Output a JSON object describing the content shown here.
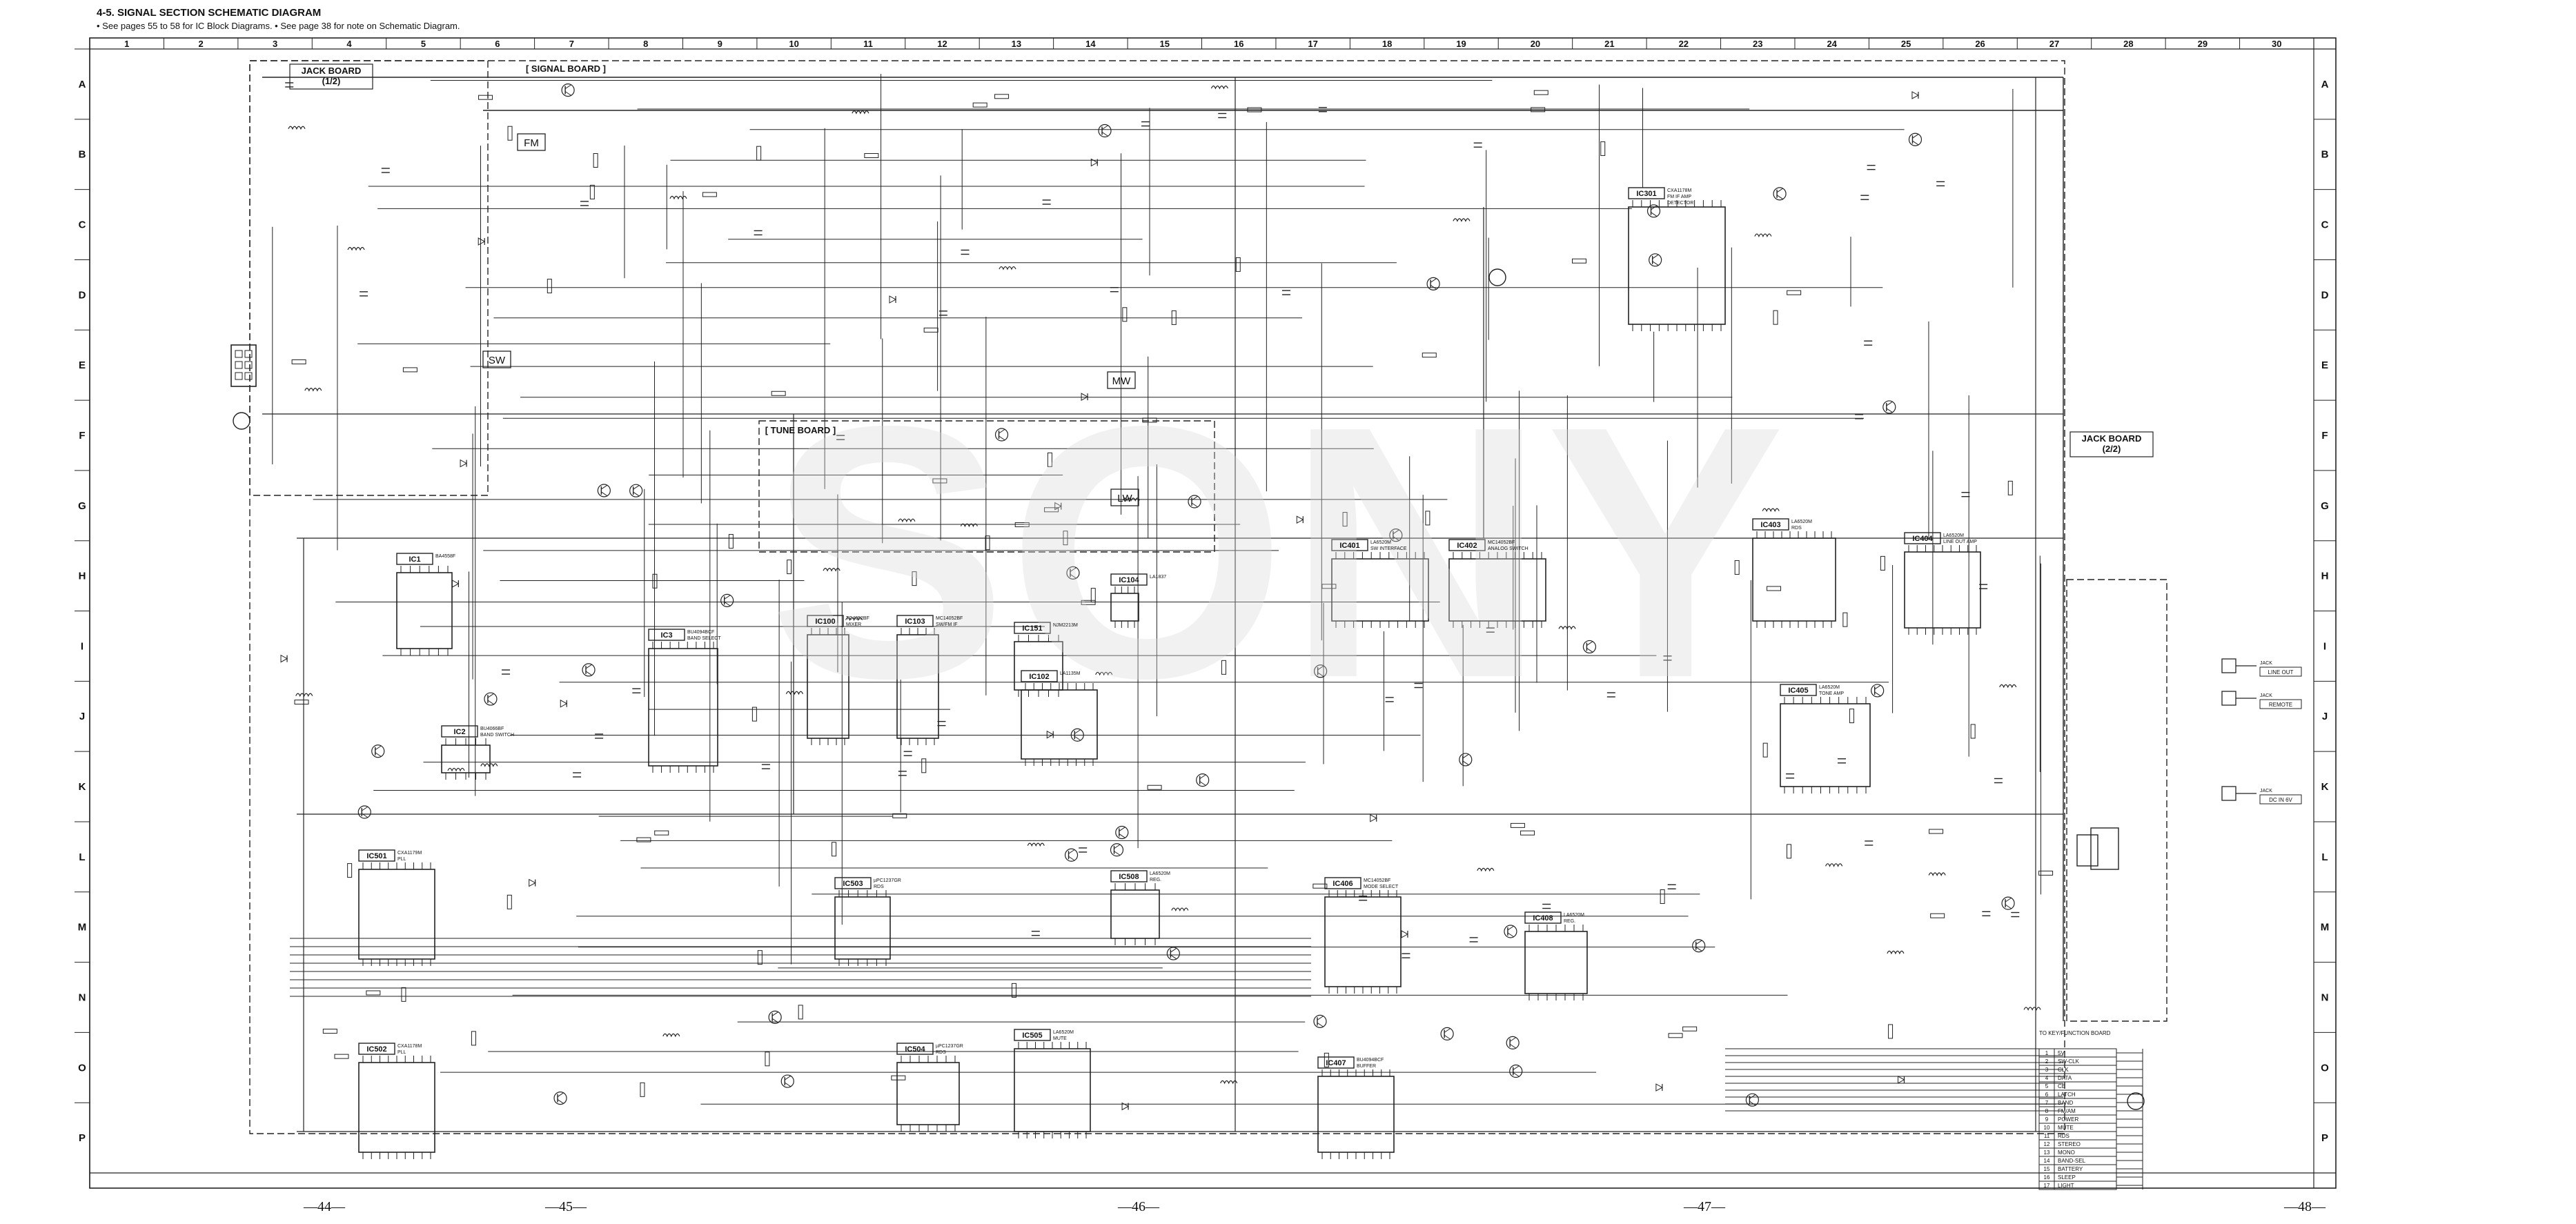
{
  "header": {
    "title": "4-5. SIGNAL SECTION SCHEMATIC DIAGRAM",
    "note": "• See pages 55 to 58 for IC Block Diagrams.   • See page 38 for note on Schematic Diagram."
  },
  "grid": {
    "columns": [
      "1",
      "2",
      "3",
      "4",
      "5",
      "6",
      "7",
      "8",
      "9",
      "10",
      "11",
      "12",
      "13",
      "14",
      "15",
      "16",
      "17",
      "18",
      "19",
      "20",
      "21",
      "22",
      "23",
      "24",
      "25",
      "26",
      "27",
      "28",
      "29",
      "30"
    ],
    "rows": [
      "A",
      "B",
      "C",
      "D",
      "E",
      "F",
      "G",
      "H",
      "I",
      "J",
      "K",
      "L",
      "M",
      "N",
      "O",
      "P"
    ]
  },
  "page_numbers": [
    "—44—",
    "—45—",
    "—46—",
    "—47—",
    "—48—"
  ],
  "boards": {
    "jack1": "JACK BOARD\n(1/2)",
    "signal": "SIGNAL BOARD",
    "tune": "TUNE BOARD",
    "jack2": "JACK BOARD\n(2/2)"
  },
  "band_labels": [
    "FM",
    "SW",
    "MW",
    "LW"
  ],
  "ics": [
    {
      "id": "IC1",
      "desc": "BA4558F"
    },
    {
      "id": "IC2",
      "desc": "BU4066BF\nBAND SWITCH"
    },
    {
      "id": "IC3",
      "desc": "BU4094BCF\nBAND SELECT"
    },
    {
      "id": "IC100",
      "desc": "TC4052BF\nMIXER"
    },
    {
      "id": "IC103",
      "desc": "MC14052BF\nSW/FM IF"
    },
    {
      "id": "IC151",
      "desc": "NJM2213M"
    },
    {
      "id": "IC104",
      "desc": "LA1837"
    },
    {
      "id": "IC102",
      "desc": "LA1135M"
    },
    {
      "id": "IC301",
      "desc": "CXA1178M\nFM IF AMP\nDETECTOR"
    },
    {
      "id": "IC401",
      "desc": "LA6520M\nSW INTERFACE"
    },
    {
      "id": "IC402",
      "desc": "MC14052BF\nANALOG SWITCH"
    },
    {
      "id": "IC403",
      "desc": "LA6520M\nRDS"
    },
    {
      "id": "IC404",
      "desc": "LA6520M\nLINE OUT AMP"
    },
    {
      "id": "IC405",
      "desc": "LA6520M\nTONE AMP"
    },
    {
      "id": "IC406",
      "desc": "MC14052BF\nMODE SELECT"
    },
    {
      "id": "IC407",
      "desc": "BU4094BCF\nBUFFER"
    },
    {
      "id": "IC501",
      "desc": "CXA1179M\nPLL"
    },
    {
      "id": "IC502",
      "desc": "CXA1178M\nPLL"
    },
    {
      "id": "IC503",
      "desc": "µPC1237GR\nRDS"
    },
    {
      "id": "IC504",
      "desc": "µPC1237GR\nRDS"
    },
    {
      "id": "IC505",
      "desc": "LA6520M\nMUTE"
    },
    {
      "id": "IC508",
      "desc": "LA6520M\nREG."
    },
    {
      "id": "IC408",
      "desc": "LA6520M\nREG."
    }
  ],
  "jacks": [
    "LINE OUT",
    "REMOTE",
    "DC IN 6V"
  ],
  "connector": {
    "label": "TO KEY/FUNCTION BOARD",
    "pins": [
      "5V",
      "SW-CLK",
      "CLK",
      "DATA",
      "CE",
      "LATCH",
      "BAND",
      "FM/AM",
      "POWER",
      "MUTE",
      "RDS",
      "STEREO",
      "MONO",
      "BAND-SEL",
      "BATTERY",
      "SLEEP",
      "LIGHT"
    ]
  },
  "marker": "A",
  "watermark": "SONY"
}
